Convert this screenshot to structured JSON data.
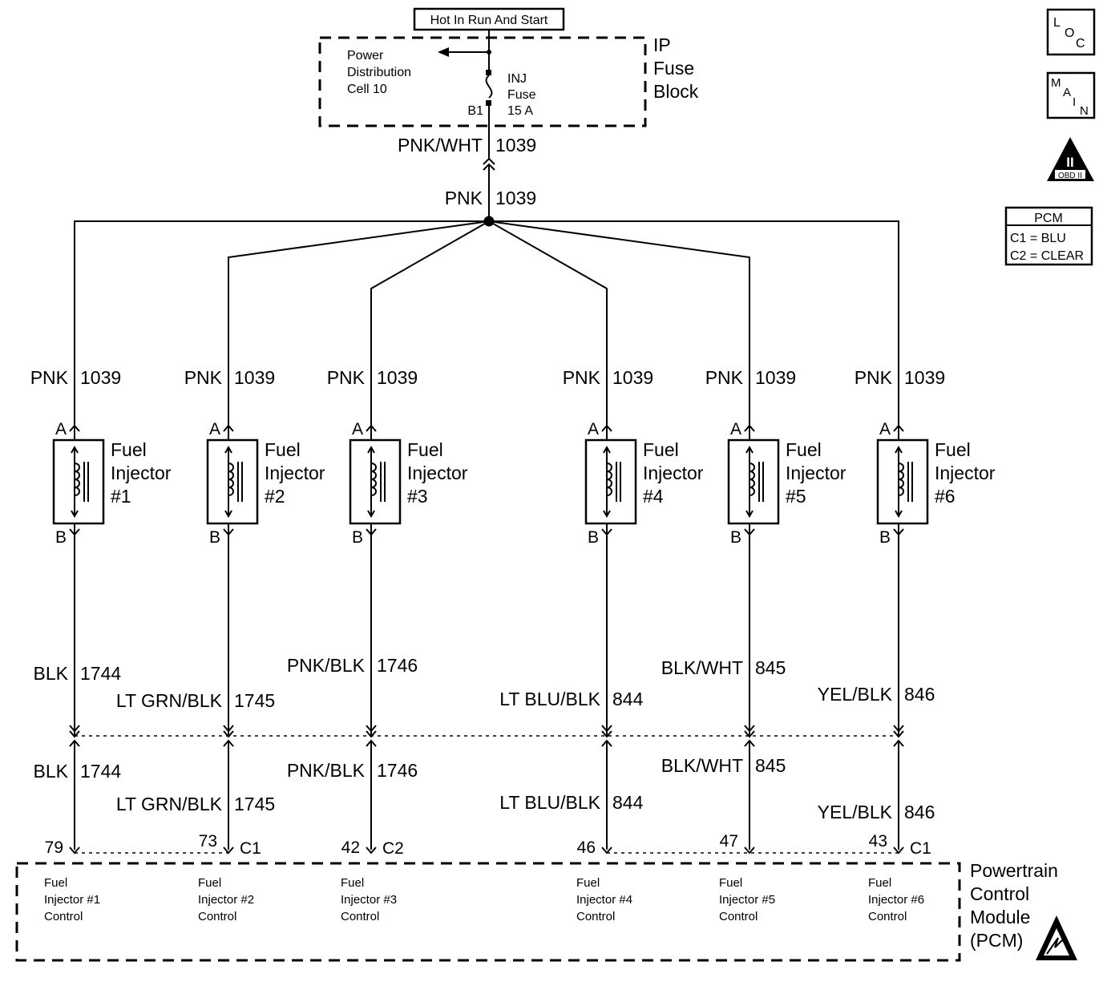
{
  "power_source": {
    "label": "Hot In Run And Start",
    "fuse_block_label": [
      "IP",
      "Fuse",
      "Block"
    ],
    "pdc_label": [
      "Power",
      "Distribution",
      "Cell 10"
    ],
    "fuse_label": [
      "INJ",
      "Fuse",
      "15 A"
    ],
    "terminal": "B1",
    "feed_wire": {
      "color": "PNK/WHT",
      "circuit": "1039"
    },
    "splice_wire": {
      "color": "PNK",
      "circuit": "1039"
    }
  },
  "legend": {
    "loc": [
      "L",
      "O",
      "C"
    ],
    "main": [
      "M",
      "A",
      "I",
      "N"
    ],
    "obd": {
      "roman": "II",
      "text": "OBD II"
    },
    "pcm_box": {
      "title": "PCM",
      "lines": [
        "C1 = BLU",
        "C2 = CLEAR"
      ]
    }
  },
  "pin_labels": {
    "a": "A",
    "b": "B"
  },
  "injectors": [
    {
      "title": [
        "Fuel",
        "Injector",
        "#1"
      ],
      "supply": {
        "color": "PNK",
        "circuit": "1039"
      },
      "control_upper": {
        "color": "BLK",
        "circuit": "1744"
      },
      "control_lower": {
        "color": "BLK",
        "circuit": "1744"
      },
      "pcm_pin": "79",
      "connector": "",
      "pcm_label": [
        "Fuel",
        "Injector #1",
        "Control"
      ]
    },
    {
      "title": [
        "Fuel",
        "Injector",
        "#2"
      ],
      "supply": {
        "color": "PNK",
        "circuit": "1039"
      },
      "control_upper": {
        "color": "LT GRN/BLK",
        "circuit": "1745"
      },
      "control_lower": {
        "color": "LT GRN/BLK",
        "circuit": "1745"
      },
      "pcm_pin": "73",
      "connector": "C1",
      "pcm_label": [
        "Fuel",
        "Injector #2",
        "Control"
      ]
    },
    {
      "title": [
        "Fuel",
        "Injector",
        "#3"
      ],
      "supply": {
        "color": "PNK",
        "circuit": "1039"
      },
      "control_upper": {
        "color": "PNK/BLK",
        "circuit": "1746"
      },
      "control_lower": {
        "color": "PNK/BLK",
        "circuit": "1746"
      },
      "pcm_pin": "42",
      "connector": "C2",
      "pcm_label": [
        "Fuel",
        "Injector #3",
        "Control"
      ]
    },
    {
      "title": [
        "Fuel",
        "Injector",
        "#4"
      ],
      "supply": {
        "color": "PNK",
        "circuit": "1039"
      },
      "control_upper": {
        "color": "LT BLU/BLK",
        "circuit": "844"
      },
      "control_lower": {
        "color": "LT BLU/BLK",
        "circuit": "844"
      },
      "pcm_pin": "46",
      "connector": "",
      "pcm_label": [
        "Fuel",
        "Injector #4",
        "Control"
      ]
    },
    {
      "title": [
        "Fuel",
        "Injector",
        "#5"
      ],
      "supply": {
        "color": "PNK",
        "circuit": "1039"
      },
      "control_upper": {
        "color": "BLK/WHT",
        "circuit": "845"
      },
      "control_lower": {
        "color": "BLK/WHT",
        "circuit": "845"
      },
      "pcm_pin": "47",
      "connector": "",
      "pcm_label": [
        "Fuel",
        "Injector #5",
        "Control"
      ]
    },
    {
      "title": [
        "Fuel",
        "Injector",
        "#6"
      ],
      "supply": {
        "color": "PNK",
        "circuit": "1039"
      },
      "control_upper": {
        "color": "YEL/BLK",
        "circuit": "846"
      },
      "control_lower": {
        "color": "YEL/BLK",
        "circuit": "846"
      },
      "pcm_pin": "43",
      "connector": "C1",
      "pcm_label": [
        "Fuel",
        "Injector #6",
        "Control"
      ]
    }
  ],
  "pcm": {
    "label": [
      "Powertrain",
      "Control",
      "Module",
      "(PCM)"
    ]
  }
}
